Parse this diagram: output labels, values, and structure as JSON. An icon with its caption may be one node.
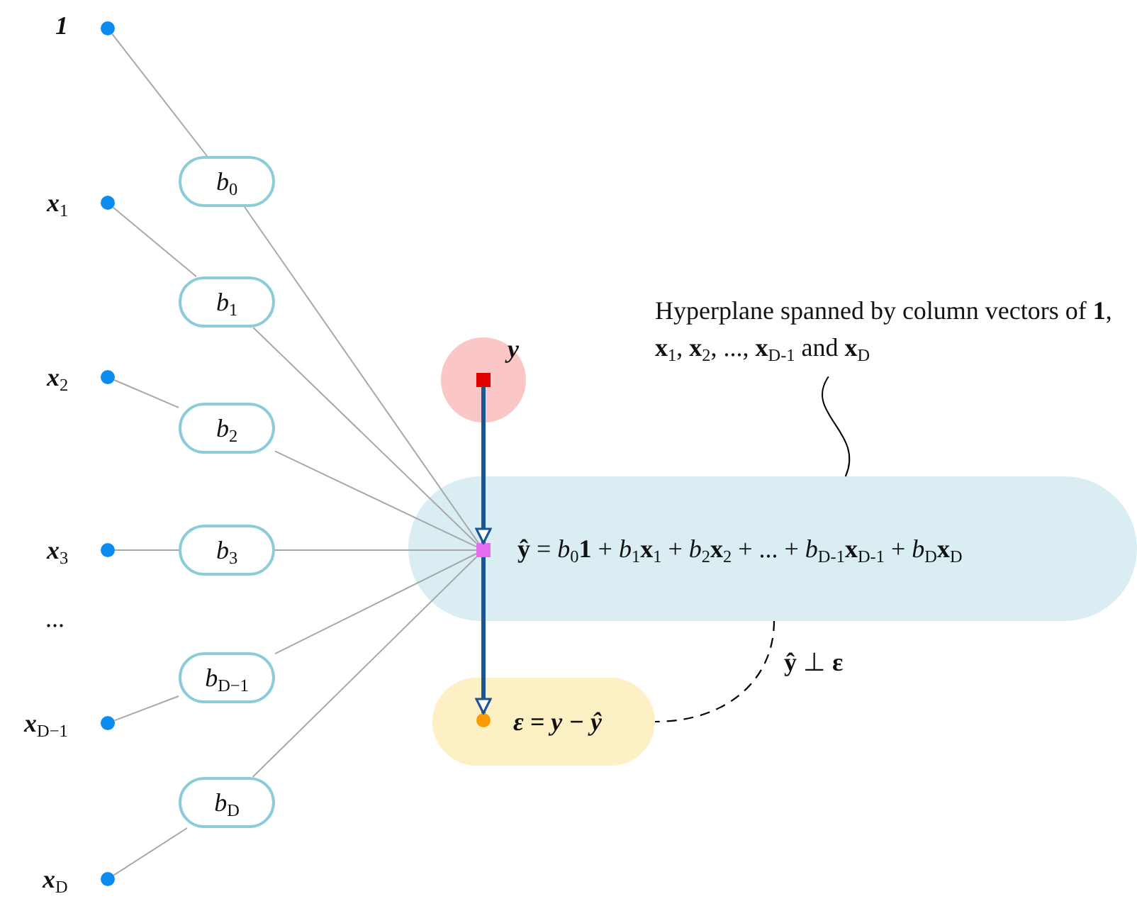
{
  "diagram": {
    "nodes": [
      {
        "text": [],
        "shape": "circle",
        "beside": [
          "1"
        ]
      },
      {
        "text": [
          "*b*$_{0}$"
        ]
      },
      {
        "text": [],
        "shape": "circle",
        "beside": [
          "x$_{1}$"
        ]
      },
      {
        "text": [
          "*b*$_{1}$"
        ]
      },
      {
        "text": [],
        "shape": "circle",
        "beside": [
          "x$_{2}$"
        ]
      },
      {
        "text": [
          "*b*$_{2}$"
        ]
      },
      {
        "text": [],
        "shape": "circle",
        "beside": [
          "x$_{3}$"
        ]
      },
      {
        "text": [
          "*b*$_{3}$"
        ]
      },
      {
        "text": [
          "*b*$_{D−1}$"
        ]
      },
      {
        "text": [],
        "shape": "circle",
        "beside": [
          "x$_{D−1}$"
        ]
      },
      {
        "text": [
          "*b*$_{D}$"
        ]
      },
      {
        "text": [],
        "shape": "circle",
        "beside": [
          "x$_{D}$"
        ]
      },
      {
        "text": [
          "Hyperplane spanned by column vectors of **1**, **x**$_{1}$, **x**$_{2}$, ..., **x**$_{D-1}$ and **x**$_{D}$"
        ]
      },
      {
        "text": [],
        "shape": "circle",
        "beside": [
          "y"
        ]
      },
      {
        "text": [],
        "shape": "box",
        "in": 13
      },
      {
        "text": [
          "**ŷ** = *b*$_{0}$**1** + *b*$_{1}$**x**$_{1}$ + *b*$_{2}$**x**$_{2}$ + ... + *b*$_{D-1}$**x**$_{D-1}$ + *b*$_{D}$**x**$_{D}$"
        ]
      },
      {
        "text": [],
        "shape": "box",
        "in": 15
      },
      {
        "text": [
          "ε = y − ŷ"
        ]
      },
      {
        "text": [],
        "shape": "circle",
        "in": 17
      }
    ],
    "edges": [
      {
        "from": 0,
        "to": 1,
        "arrow": "none"
      },
      {
        "from": 1,
        "to": 16,
        "arrow": "none"
      },
      {
        "from": 2,
        "to": 3,
        "arrow": "none"
      },
      {
        "from": 3,
        "to": 16,
        "arrow": "none"
      },
      {
        "from": 4,
        "to": 5,
        "arrow": "none"
      },
      {
        "from": 5,
        "to": 16,
        "arrow": "none"
      },
      {
        "from": 6,
        "to": 7,
        "arrow": "none"
      },
      {
        "from": 7,
        "to": 16,
        "arrow": "none"
      },
      {
        "from": 9,
        "to": 8,
        "arrow": "none"
      },
      {
        "from": 8,
        "to": 16,
        "arrow": "none"
      },
      {
        "from": 11,
        "to": 10,
        "arrow": "none"
      },
      {
        "from": 10,
        "to": 16,
        "arrow": "none"
      },
      {
        "from": 14,
        "to": 16,
        "arrow": "to",
        "style": "thick",
        "color": "#1a5596"
      },
      {
        "from": 16,
        "to": 18,
        "arrow": "to",
        "style": "thick",
        "color": "#1a5596"
      },
      {
        "from": 12,
        "to": 15,
        "arrow": "none",
        "color": "#000000"
      },
      {
        "from": 15,
        "to": 17,
        "arrow": "none",
        "style": "dashed",
        "color": "#000000",
        "label": "**ŷ** ⊥ **ε**"
      }
    ],
    "labels": [
      "..."
    ]
  }
}
